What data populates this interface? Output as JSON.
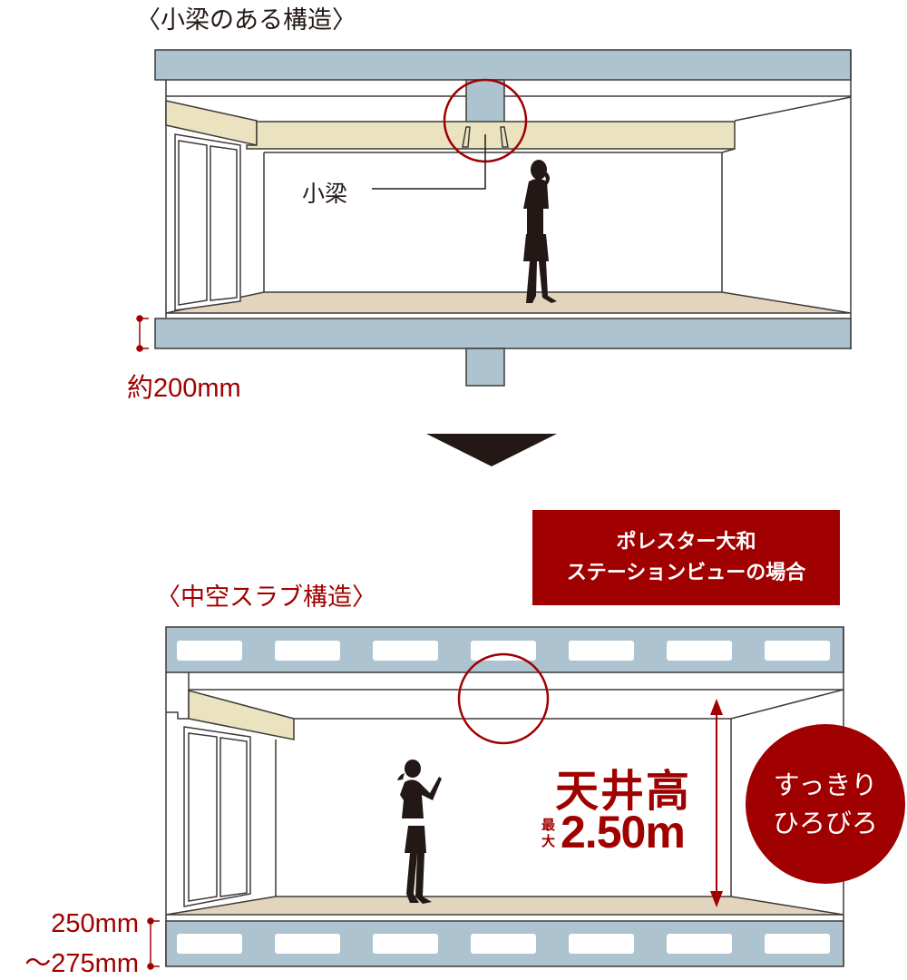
{
  "top_section": {
    "title": "〈小梁のある構造〉",
    "beam_label": "小梁",
    "slab_thickness": "約200mm"
  },
  "arrow": {
    "direction": "down"
  },
  "case_box": {
    "line1": "ポレスター大和",
    "line2": "ステーションビューの場合"
  },
  "bottom_section": {
    "title": "〈中空スラブ構造〉",
    "ceiling_label": "天井高",
    "max_label": "最大",
    "ceiling_height": "2.50m",
    "slab_thickness_line1": "250mm",
    "slab_thickness_line2": "～275mm",
    "badge_line1": "すっきり",
    "badge_line2": "ひろびろ"
  },
  "colors": {
    "accent_red": "#a00000",
    "slab_blue": "#adc3cf",
    "beam_cream": "#ebe2bf",
    "floor_beige": "#e3d4bd",
    "outline": "#3e3a39",
    "silhouette": "#231815"
  }
}
